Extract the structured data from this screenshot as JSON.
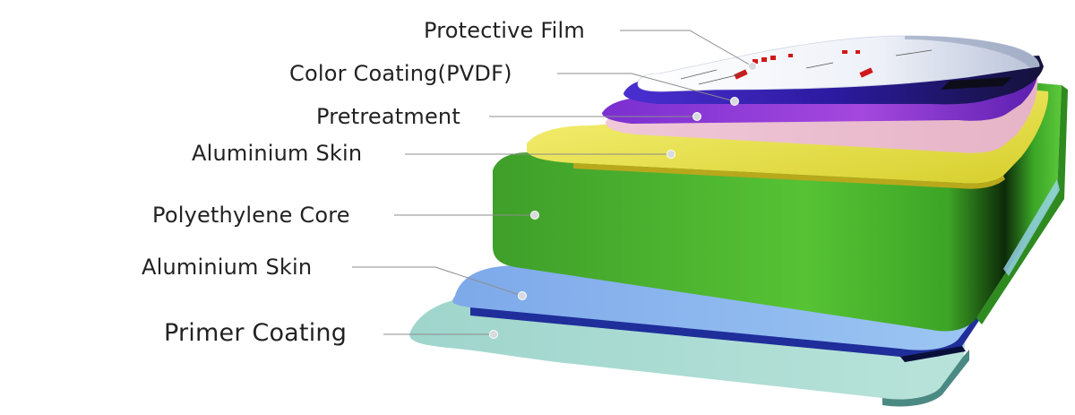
{
  "diagram": {
    "title": "",
    "layers": [
      {
        "id": "protective-film",
        "label": "Protective Film",
        "color": "#e8ecf4"
      },
      {
        "id": "color-coating",
        "label": "Color Coating(PVDF)",
        "color": "#3a1fa8"
      },
      {
        "id": "pretreatment",
        "label": "Pretreatment",
        "color": "#c8a0e0"
      },
      {
        "id": "aluminium-skin-top",
        "label": "Aluminium Skin",
        "color": "#f4ee50"
      },
      {
        "id": "polyethylene-core",
        "label": "Polyethylene Core",
        "color": "#49b52e"
      },
      {
        "id": "aluminium-skin-bottom",
        "label": "Aluminium Skin",
        "color": "#8ab8ec"
      },
      {
        "id": "primer-coating",
        "label": "Primer Coating",
        "color": "#a9dbd3"
      }
    ]
  }
}
